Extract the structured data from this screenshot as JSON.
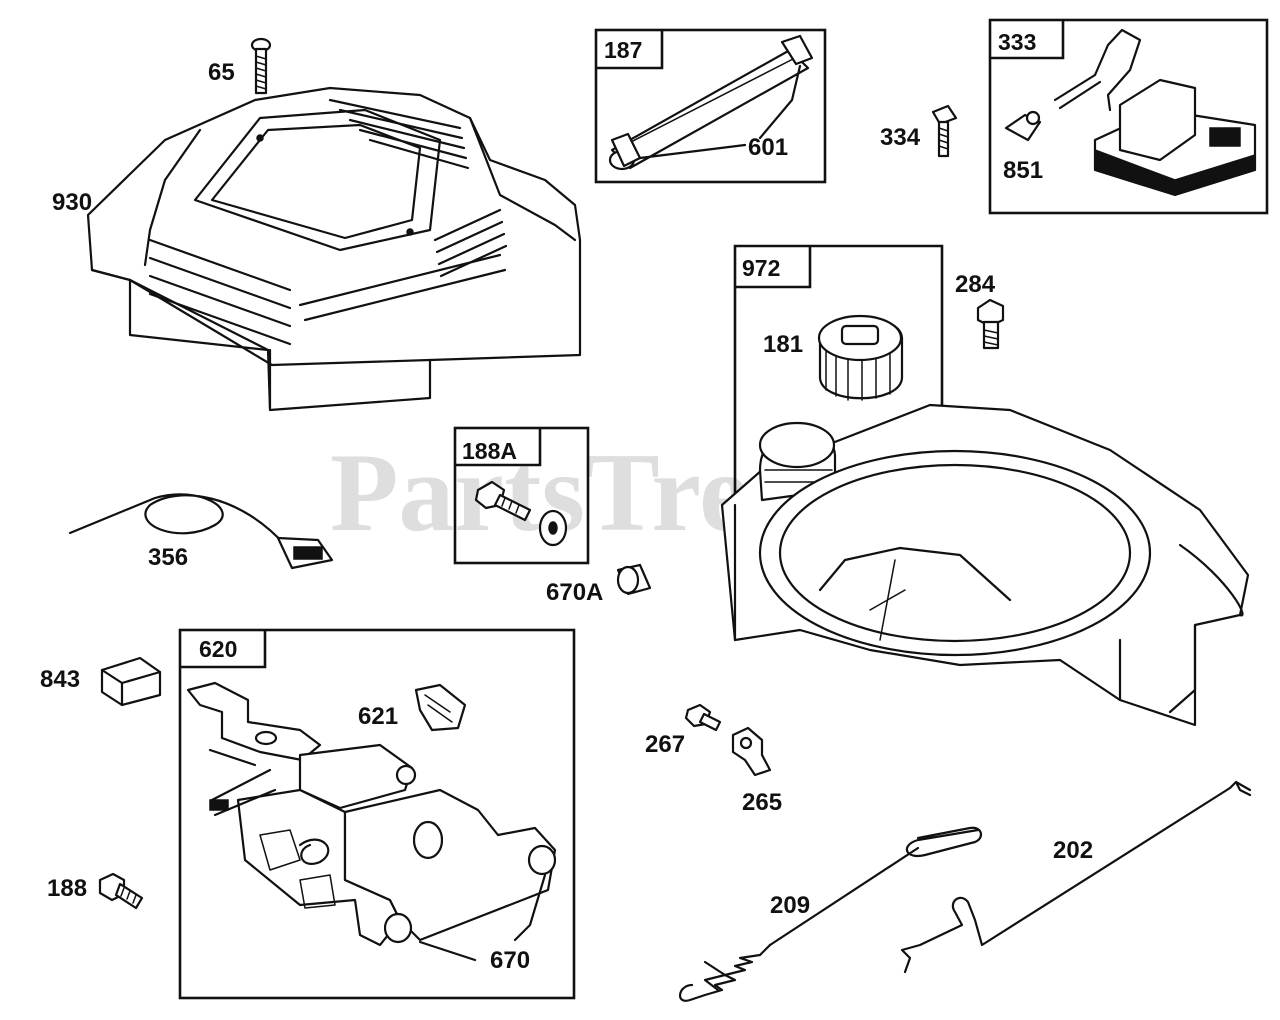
{
  "watermark": "PartsTree",
  "callouts": {
    "p65": "65",
    "p930": "930",
    "p601": "601",
    "p334": "334",
    "p851": "851",
    "p284": "284",
    "p181": "181",
    "p356": "356",
    "p670A": "670A",
    "p843": "843",
    "p621": "621",
    "p188": "188",
    "p670": "670",
    "p267": "267",
    "p265": "265",
    "p209": "209",
    "p202": "202"
  },
  "boxes": {
    "b187": "187",
    "b333": "333",
    "b972": "972",
    "b188A": "188A",
    "b620": "620"
  }
}
